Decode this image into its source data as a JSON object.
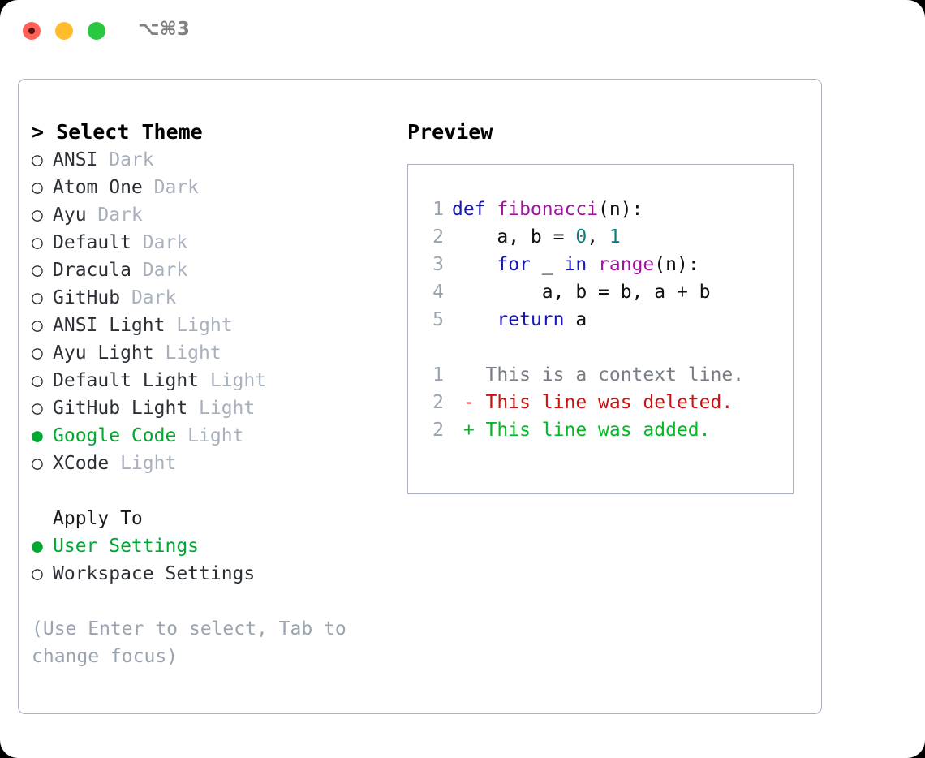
{
  "titlebar": {
    "traffic_lights": [
      "close-red",
      "minimize-yellow",
      "maximize-green"
    ],
    "shortcut": "⌥⌘3"
  },
  "theme_picker": {
    "heading": "> Select Theme",
    "marker_selected": "●",
    "marker_unselected": "○",
    "selected_theme": "Google Code",
    "options": [
      {
        "name": "ANSI",
        "kind": "Dark",
        "selected": false
      },
      {
        "name": "Atom One",
        "kind": "Dark",
        "selected": false
      },
      {
        "name": "Ayu",
        "kind": "Dark",
        "selected": false
      },
      {
        "name": "Default",
        "kind": "Dark",
        "selected": false
      },
      {
        "name": "Dracula",
        "kind": "Dark",
        "selected": false
      },
      {
        "name": "GitHub",
        "kind": "Dark",
        "selected": false
      },
      {
        "name": "ANSI Light",
        "kind": "Light",
        "selected": false
      },
      {
        "name": "Ayu Light",
        "kind": "Light",
        "selected": false
      },
      {
        "name": "Default Light",
        "kind": "Light",
        "selected": false
      },
      {
        "name": "GitHub Light",
        "kind": "Light",
        "selected": false
      },
      {
        "name": "Google Code",
        "kind": "Light",
        "selected": true
      },
      {
        "name": "XCode",
        "kind": "Light",
        "selected": false
      }
    ]
  },
  "apply_to": {
    "heading": "Apply To",
    "options": [
      {
        "name": "User Settings",
        "selected": true
      },
      {
        "name": "Workspace Settings",
        "selected": false
      }
    ]
  },
  "hint": "(Use Enter to select, Tab to change focus)",
  "preview": {
    "heading": "Preview",
    "code_lines": [
      {
        "num": "1",
        "tokens": [
          {
            "t": "def ",
            "c": "kw"
          },
          {
            "t": "fibonacci",
            "c": "fn"
          },
          {
            "t": "(n):",
            "c": "pl"
          }
        ]
      },
      {
        "num": "2",
        "tokens": [
          {
            "t": "    a, b = ",
            "c": "pl"
          },
          {
            "t": "0",
            "c": "num"
          },
          {
            "t": ", ",
            "c": "pl"
          },
          {
            "t": "1",
            "c": "num"
          }
        ]
      },
      {
        "num": "3",
        "tokens": [
          {
            "t": "    ",
            "c": "pl"
          },
          {
            "t": "for",
            "c": "kw"
          },
          {
            "t": " _ ",
            "c": "pl"
          },
          {
            "t": "in",
            "c": "kw"
          },
          {
            "t": " ",
            "c": "pl"
          },
          {
            "t": "range",
            "c": "fn"
          },
          {
            "t": "(n):",
            "c": "pl"
          }
        ]
      },
      {
        "num": "4",
        "tokens": [
          {
            "t": "        a, b = b, a + b",
            "c": "pl"
          }
        ]
      },
      {
        "num": "5",
        "tokens": [
          {
            "t": "    ",
            "c": "pl"
          },
          {
            "t": "return",
            "c": "kw"
          },
          {
            "t": " a",
            "c": "pl"
          }
        ]
      }
    ],
    "diff_lines": [
      {
        "num": "1",
        "marker": " ",
        "text": "This is a context line.",
        "kind": "context"
      },
      {
        "num": "2",
        "marker": "-",
        "text": "This line was deleted.",
        "kind": "deleted"
      },
      {
        "num": "2",
        "marker": "+",
        "text": "This line was added.",
        "kind": "added"
      }
    ]
  },
  "colors": {
    "background": "#000000",
    "window": "#ffffff",
    "border": "#a8b0bd",
    "accent_green": "#00a832",
    "muted": "#a8b0bd",
    "hint": "#9aa4b0",
    "keyword": "#1717b8",
    "function": "#a0159b",
    "number": "#0d7d7d",
    "diff_deleted": "#cc1111",
    "diff_added": "#00bb22",
    "diff_context": "#777d86"
  }
}
